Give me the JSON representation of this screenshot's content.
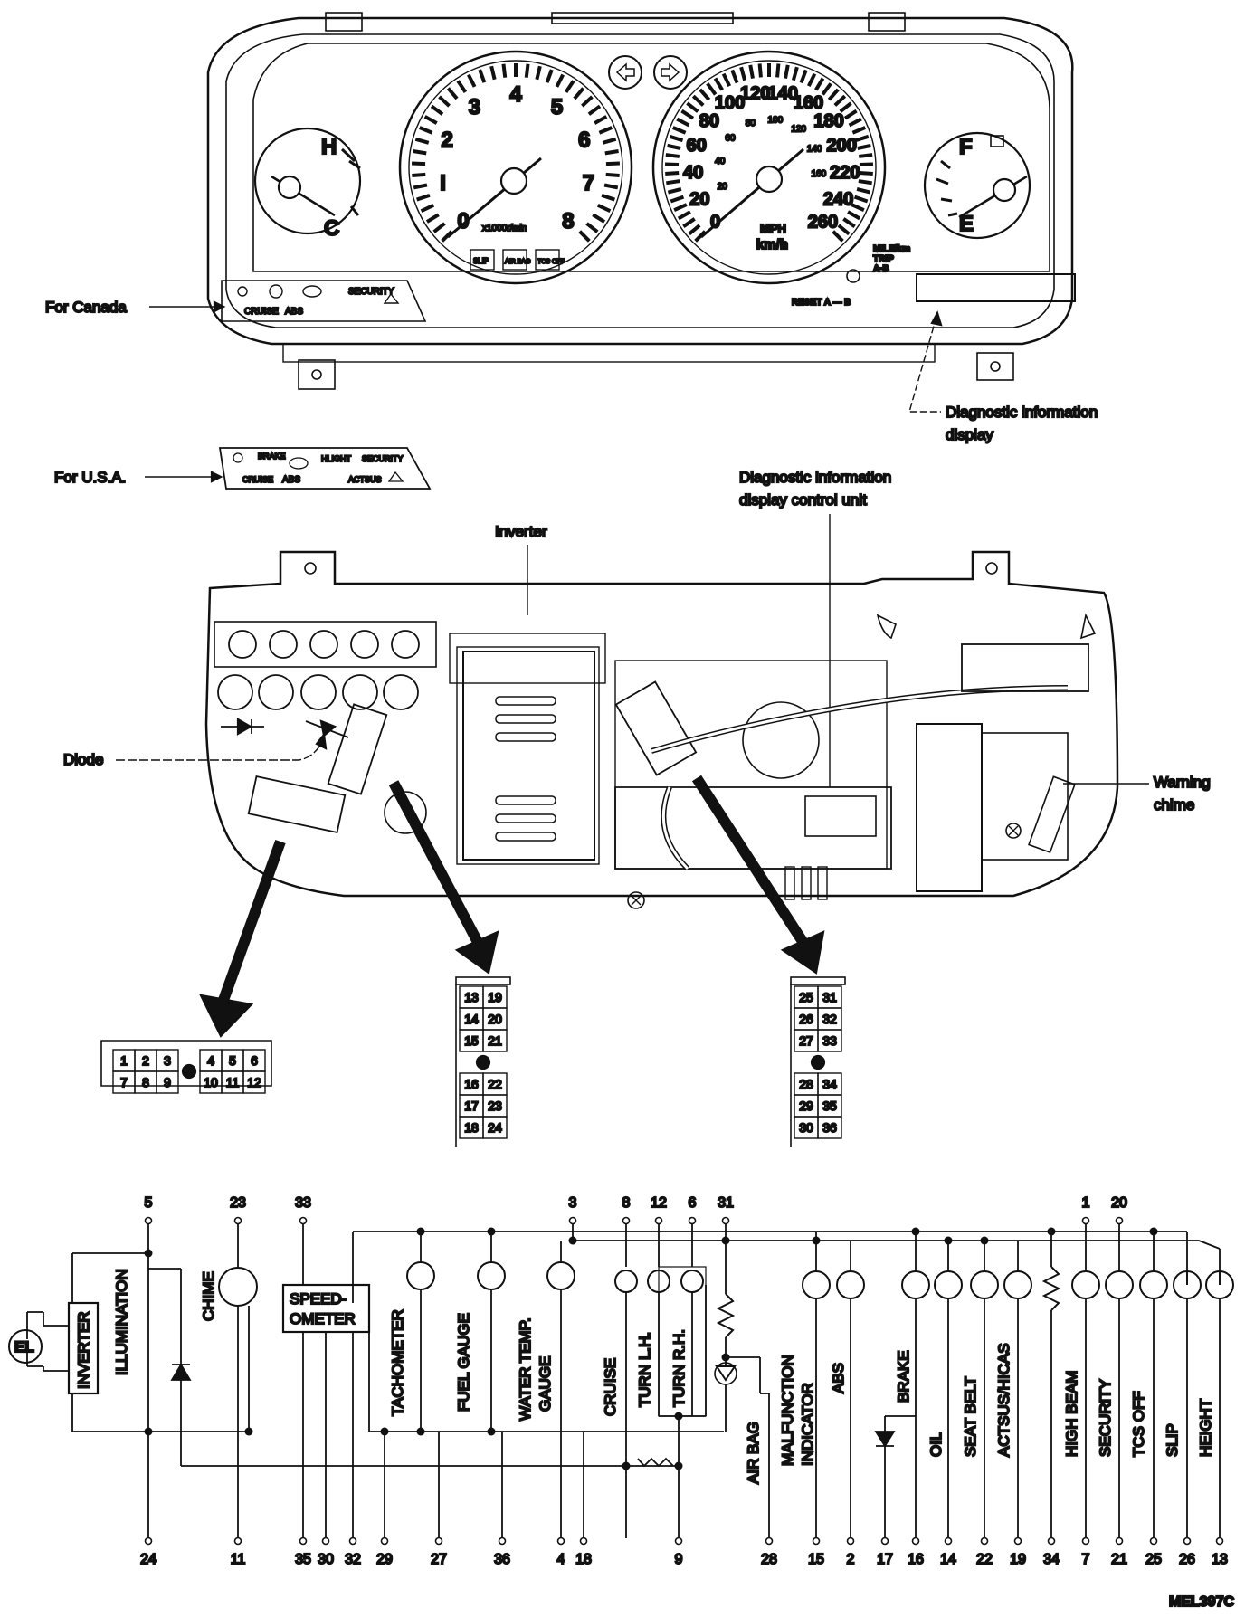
{
  "callouts": {
    "for_canada": "For Canada",
    "for_usa": "For U.S.A.",
    "diag_display": [
      "Diagnostic information",
      "display"
    ],
    "diag_control": [
      "Diagnostic information",
      "display control unit"
    ],
    "inverter": "Inverter",
    "diode": "Diode",
    "warning_chime": [
      "Warning",
      "chime"
    ]
  },
  "cluster": {
    "tach_numbers": [
      "0",
      "I",
      "2",
      "3",
      "4",
      "5",
      "6",
      "7",
      "8"
    ],
    "tach_unit": "x1000r/min",
    "tach_lamps": [
      "SLIP",
      "AIR BAG",
      "TCS OFF"
    ],
    "speed_mph": [
      "0",
      "20",
      "40",
      "60",
      "80",
      "100",
      "120",
      "140",
      "160",
      "180",
      "200",
      "220",
      "240",
      "260"
    ],
    "speed_kmh": [
      "20",
      "40",
      "60",
      "80",
      "100",
      "120",
      "140",
      "160"
    ],
    "speed_units": [
      "MPH",
      "km/h"
    ],
    "odo_labels": [
      "MILE/km",
      "TRIP",
      "A·B"
    ],
    "reset_label": "RESET A — B",
    "temp_marks": [
      "H",
      "C"
    ],
    "fuel_marks": [
      "F",
      "E"
    ],
    "canada_strip": [
      "CRUISE",
      "ABS",
      "SECURITY"
    ],
    "usa_strip": [
      "BRAKE",
      "HLIGHT",
      "SECURITY",
      "CRUISE",
      "ABS",
      "ACTSUS"
    ]
  },
  "connectors": {
    "left": {
      "top": [
        "1",
        "2",
        "3",
        "",
        "4",
        "5",
        "6"
      ],
      "bottom": [
        "7",
        "8",
        "9",
        "",
        "10",
        "11",
        "12"
      ]
    },
    "mid": [
      [
        "13",
        "19"
      ],
      [
        "14",
        "20"
      ],
      [
        "15",
        "21"
      ],
      [
        "",
        ""
      ],
      [
        "16",
        "22"
      ],
      [
        "17",
        "23"
      ],
      [
        "18",
        "24"
      ]
    ],
    "right": [
      [
        "25",
        "31"
      ],
      [
        "26",
        "32"
      ],
      [
        "27",
        "33"
      ],
      [
        "",
        ""
      ],
      [
        "28",
        "34"
      ],
      [
        "29",
        "35"
      ],
      [
        "30",
        "36"
      ]
    ]
  },
  "schematic": {
    "top_pins": [
      "5",
      "23",
      "33",
      "3",
      "8",
      "12",
      "6",
      "31",
      "1",
      "20"
    ],
    "bottom_pins": [
      "24",
      "11",
      "35",
      "30",
      "32",
      "29",
      "27",
      "36",
      "4",
      "18",
      "9",
      "28",
      "15",
      "2",
      "17",
      "16",
      "14",
      "22",
      "19",
      "34",
      "7",
      "21",
      "25",
      "26",
      "13"
    ],
    "boxes": {
      "el": "EL",
      "inverter": "INVERTER",
      "speedometer": [
        "SPEED-",
        "OMETER"
      ]
    },
    "components": [
      "ILLUMINATION",
      "CHIME",
      "TACHOMETER",
      "FUEL GAUGE",
      "WATER TEMP.",
      "GAUGE",
      "CRUISE",
      "TURN L.H.",
      "TURN R.H.",
      "AIR BAG",
      "MALFUNCTION",
      "INDICATOR",
      "ABS",
      "BRAKE",
      "OIL",
      "SEAT BELT",
      "ACTSUS/HICAS",
      "HIGH BEAM",
      "SECURITY",
      "TCS OFF",
      "SLIP",
      "HEIGHT"
    ]
  },
  "figure_id": "MEL397C"
}
